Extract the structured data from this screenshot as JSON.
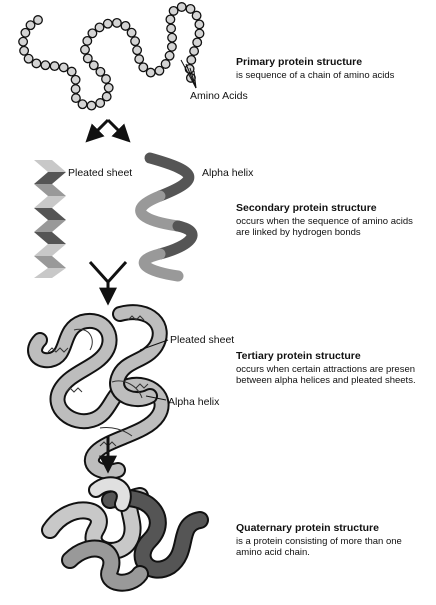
{
  "primary": {
    "title": "Primary protein structure",
    "desc": "is sequence of a chain of amino acids",
    "label_amino": "Amino Acids"
  },
  "secondary": {
    "title": "Secondary protein structure",
    "desc_lines": [
      "occurs when the sequence of amino acids",
      "are linked by hydrogen bonds"
    ],
    "label_sheet": "Pleated sheet",
    "label_helix": "Alpha helix"
  },
  "tertiary": {
    "title": "Tertiary protein structure",
    "desc_lines": [
      "occurs when certain attractions are presen",
      "between alpha helices and pleated sheets."
    ],
    "label_sheet": "Pleated sheet",
    "label_helix": "Alpha helix"
  },
  "quaternary": {
    "title": "Quaternary protein structure",
    "desc_lines": [
      "is a protein consisting of more than one",
      "amino acid chain."
    ]
  },
  "colors": {
    "bead_fill": "#d4d4d4",
    "dark": "#555555",
    "mid": "#999999",
    "light": "#c8c8c8",
    "outline": "#111111"
  }
}
